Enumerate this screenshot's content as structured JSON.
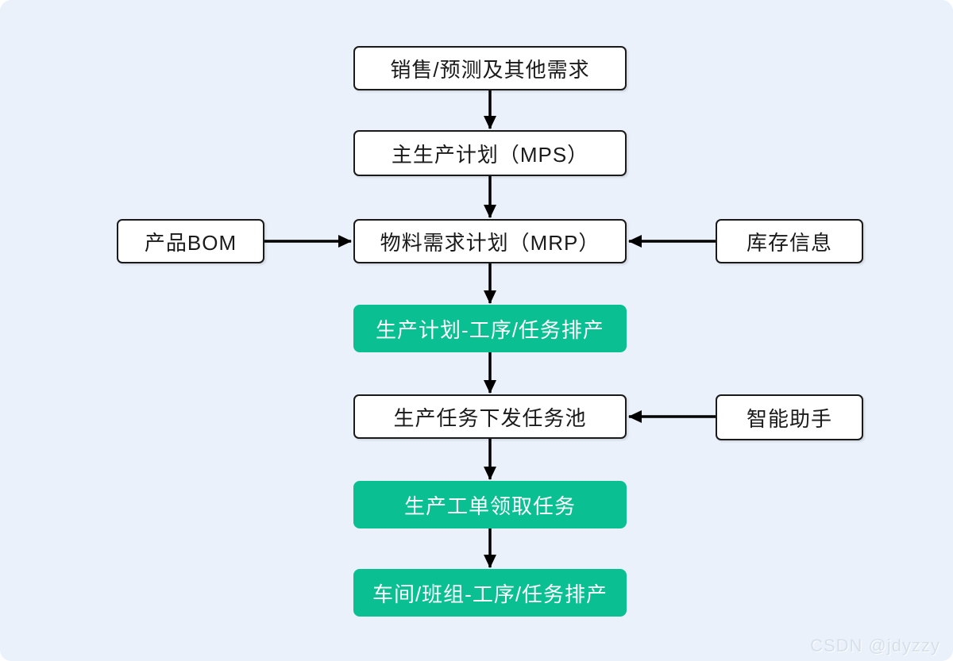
{
  "diagram": {
    "background_color": "#EAF1FB",
    "accent_green": "#0ABF92",
    "node_border_color": "#1a1a1a",
    "nodes": {
      "sales": {
        "label": "销售/预测及其他需求",
        "type": "white"
      },
      "mps": {
        "label": "主生产计划（MPS）",
        "type": "white"
      },
      "bom": {
        "label": "产品BOM",
        "type": "white"
      },
      "mrp": {
        "label": "物料需求计划（MRP）",
        "type": "white"
      },
      "inventory": {
        "label": "库存信息",
        "type": "white"
      },
      "plan_scheduling": {
        "label": "生产计划-工序/任务排产",
        "type": "green"
      },
      "task_pool": {
        "label": "生产任务下发任务池",
        "type": "white"
      },
      "assistant": {
        "label": "智能助手",
        "type": "white"
      },
      "work_order": {
        "label": "生产工单领取任务",
        "type": "green"
      },
      "workshop_scheduling": {
        "label": "车间/班组-工序/任务排产",
        "type": "green"
      }
    },
    "edges": [
      {
        "from": "sales",
        "to": "mps"
      },
      {
        "from": "mps",
        "to": "mrp"
      },
      {
        "from": "bom",
        "to": "mrp"
      },
      {
        "from": "inventory",
        "to": "mrp"
      },
      {
        "from": "mrp",
        "to": "plan_scheduling"
      },
      {
        "from": "plan_scheduling",
        "to": "task_pool"
      },
      {
        "from": "assistant",
        "to": "task_pool"
      },
      {
        "from": "task_pool",
        "to": "work_order"
      },
      {
        "from": "work_order",
        "to": "workshop_scheduling"
      }
    ],
    "watermark": "CSDN @jdyzzy"
  }
}
